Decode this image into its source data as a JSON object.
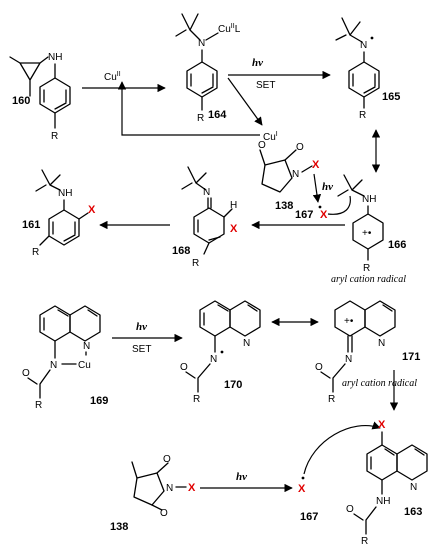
{
  "atoms": {
    "nh": "NH",
    "n": "N",
    "r": "R",
    "o": "O",
    "x": "X",
    "h": "H",
    "cu": "Cu",
    "cu2_base": "Cu",
    "cu2_sup": "II",
    "cu1_base": "Cu",
    "cu1_sup": "I",
    "cu2l_sup": "II",
    "cu2l_l": "L"
  },
  "compounds": {
    "c160": "160",
    "c164": "164",
    "c165": "165",
    "c166": "166",
    "c138": "138",
    "c167": "167",
    "c161": "161",
    "c168": "168",
    "c169": "169",
    "c170": "170",
    "c171": "171",
    "c163": "163"
  },
  "conditions": {
    "hv": "hν",
    "set": "SET"
  },
  "notes": {
    "aryl_cation_radical": "aryl cation radical"
  },
  "colors": {
    "halogen": "#e00000",
    "ink": "#000000"
  }
}
